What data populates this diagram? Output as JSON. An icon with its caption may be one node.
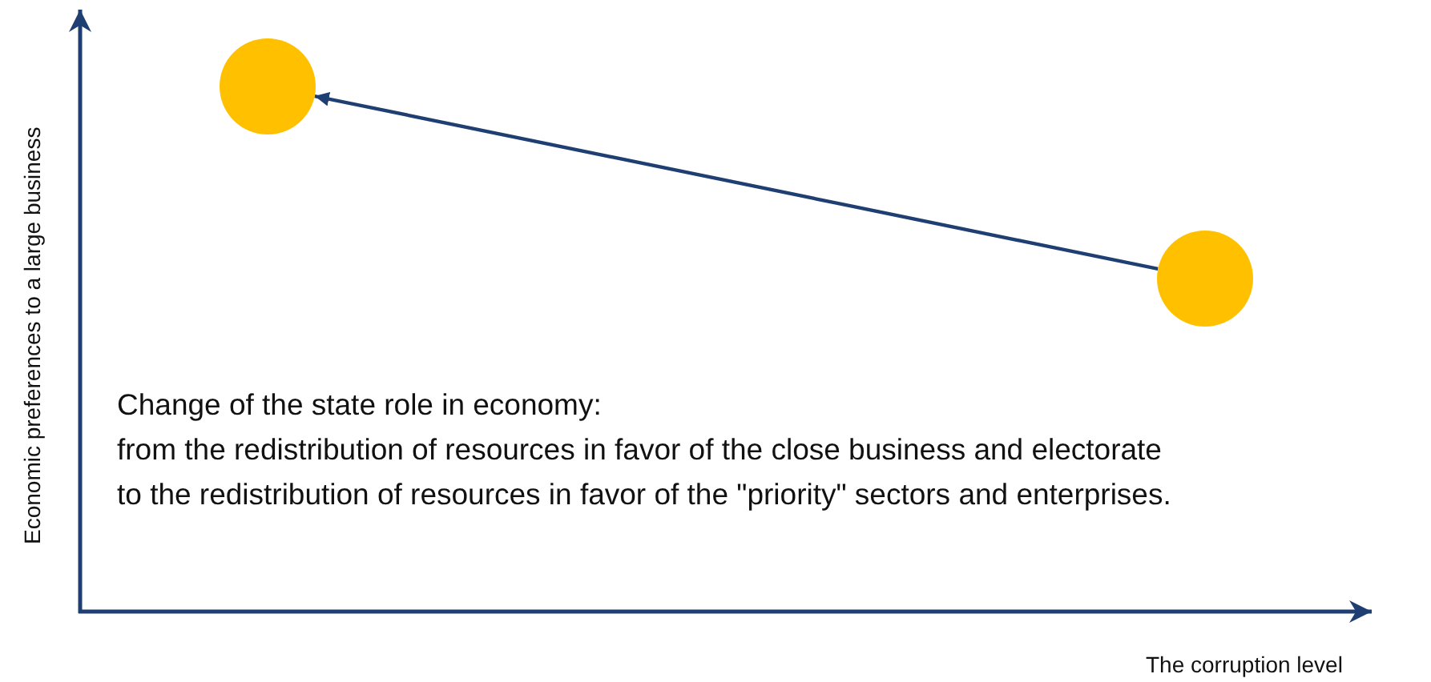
{
  "diagram": {
    "nodes": [
      {
        "text": [],
        "shape": "circle"
      },
      {
        "text": [],
        "shape": "circle"
      }
    ],
    "edges": [
      {
        "from": 1,
        "to": 0,
        "arrow": "to"
      }
    ],
    "labels": [
      "Economic preferences to a large business",
      "Change of the state role in economy:",
      "from the redistribution of resources in favor of the close business and electorate",
      "to the redistribution of resources in favor of the \"priority\" sectors and enterprises.",
      "The corruption level"
    ]
  }
}
